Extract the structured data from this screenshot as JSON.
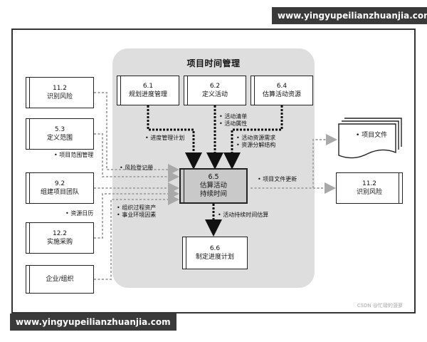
{
  "watermark_top": "www.yingyupeilianzhuanjia.com",
  "watermark_bottom": "www.yingyupeilianzhuanjia.com",
  "credit": "CSDN @忙碌的菠萝",
  "panel_title": "项目时间管理",
  "left_boxes": [
    {
      "num": "11.2",
      "label": "识别风险"
    },
    {
      "num": "5.3",
      "label": "定义范围"
    },
    {
      "num": "9.2",
      "label": "组建项目团队"
    },
    {
      "num": "12.2",
      "label": "实施采购"
    },
    {
      "num": "",
      "label": "企业/组织"
    }
  ],
  "top_boxes": [
    {
      "num": "6.1",
      "label": "规划进度管理"
    },
    {
      "num": "6.2",
      "label": "定义活动"
    },
    {
      "num": "6.4",
      "label": "估算活动资源"
    }
  ],
  "central": {
    "num": "6.5",
    "line1": "估算活动",
    "line2": "持续时间"
  },
  "bottom_box": {
    "num": "6.6",
    "label": "制定进度计划"
  },
  "outputs": {
    "doc": "项目文件",
    "risk": {
      "num": "11.2",
      "label": "识别风险"
    }
  },
  "notes": {
    "schedule_plan": "进度管理计划",
    "activity_list": "活动清单",
    "activity_attr": "活动属性",
    "resource_req": "活动资源需求",
    "rbs": "资源分解结构",
    "scope_baseline": "项目范围管理",
    "risk_register": "风险登记册",
    "resource_cal": "资源日历",
    "opa": "组织过程资产",
    "eef": "事业环境因素",
    "doc_update": "项目文件更新",
    "duration_est": "活动持续时间估算"
  },
  "colors": {
    "gray_arrow": "#a9a9a9",
    "black_arrow": "#111111",
    "panel": "#dedede"
  }
}
